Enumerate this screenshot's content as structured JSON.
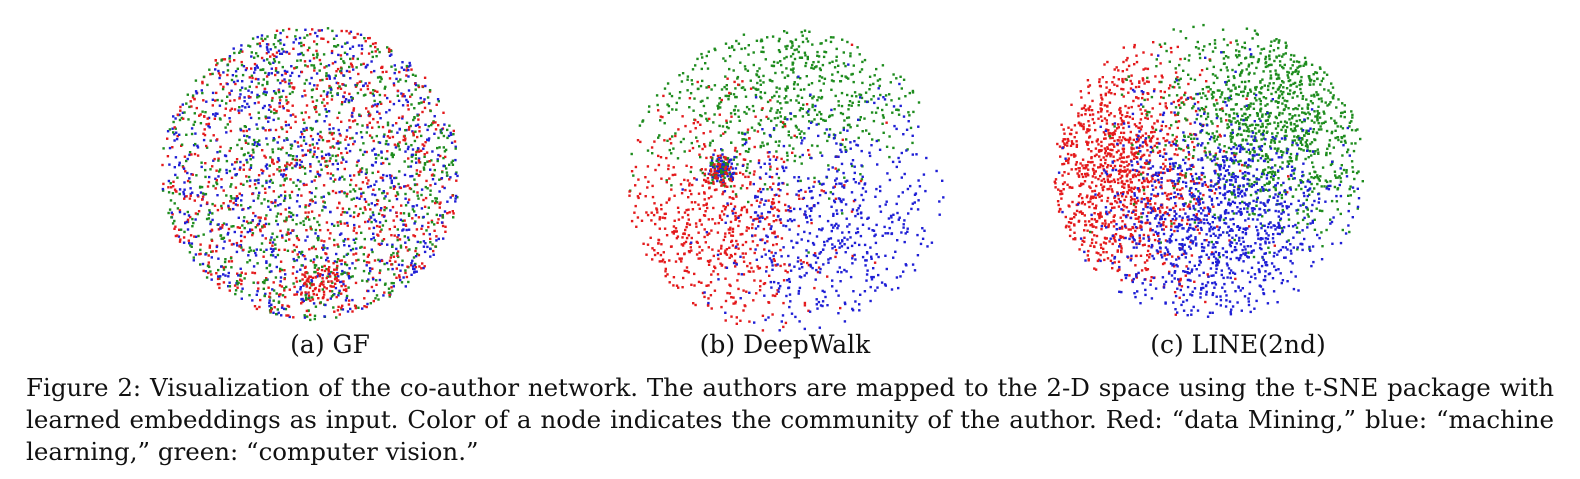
{
  "figure": {
    "subcaptions": [
      "(a) GF",
      "(b) DeepWalk",
      "(c) LINE(2nd)"
    ],
    "caption_lines": [
      "Figure 2: Visualization of the co-author network. The authors are mapped to the 2-D space using the t-SNE package with",
      "learned embeddings as input. Color of a node indicates the community of the author. Red: “data Mining,” blue: “machine",
      "learning,” green: “computer vision.”"
    ]
  },
  "colors": {
    "red": "#e41a1c",
    "blue": "#1f1fd6",
    "green": "#1e8c1e"
  },
  "chart_data": [
    {
      "type": "scatter",
      "title": "(a) GF",
      "series_colors": [
        "red",
        "blue",
        "green"
      ],
      "distribution": "all three communities uniformly mixed in a circular cloud"
    },
    {
      "type": "scatter",
      "title": "(b) DeepWalk",
      "series_colors": [
        "red",
        "blue",
        "green"
      ],
      "distribution": "green at top, red at lower-left, blue at lower-right, partially separated"
    },
    {
      "type": "scatter",
      "title": "(c) LINE(2nd)",
      "series_colors": [
        "red",
        "blue",
        "green"
      ],
      "distribution": "red on left, green on upper-right, blue in center-bottom, clearly separated"
    }
  ]
}
